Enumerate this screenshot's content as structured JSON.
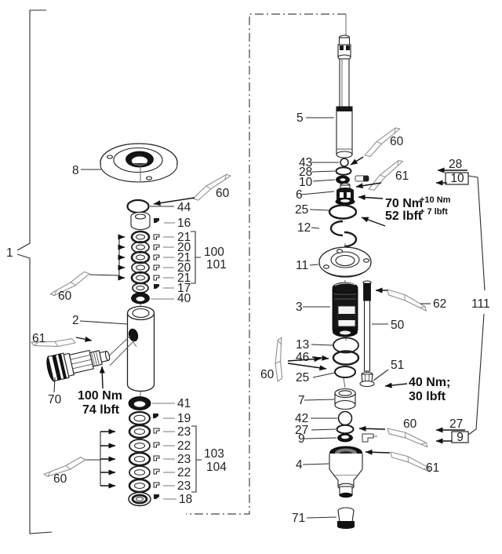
{
  "figure": {
    "type": "exploded-parts-diagram",
    "colors": {
      "ink": "#1c1c1c",
      "dark_part": "#141414",
      "tool_outline": "#909090",
      "background": "#ffffff"
    }
  },
  "part_numbers": {
    "1": "1",
    "2": "2",
    "3": "3",
    "4": "4",
    "5": "5",
    "6": "6",
    "7": "7",
    "8": "8",
    "9": "9",
    "10": "10",
    "11": "11",
    "12": "12",
    "13": "13",
    "16": "16",
    "17": "17",
    "18": "18",
    "19": "19",
    "20": "20",
    "21": "21",
    "22": "22",
    "23": "23",
    "25": "25",
    "27": "27",
    "28": "28",
    "40": "40",
    "41": "41",
    "42": "42",
    "43": "43",
    "44": "44",
    "46": "46",
    "50": "50",
    "51": "51",
    "60": "60",
    "61": "61",
    "62": "62",
    "70": "70",
    "71": "71",
    "100": "100",
    "101": "101",
    "103": "103",
    "104": "104",
    "111": "111"
  },
  "torques": {
    "plug": {
      "nm": "100 Nm",
      "lbft": "74 lbft"
    },
    "gland": {
      "nm": "70 Nm",
      "nm_tol": "+10 Nm",
      "lbft": "52 lbft",
      "lbft_tol": "+ 7 lbft"
    },
    "rod_bolt": {
      "nm": "40 Nm;",
      "lbft": "30 lbft"
    }
  }
}
